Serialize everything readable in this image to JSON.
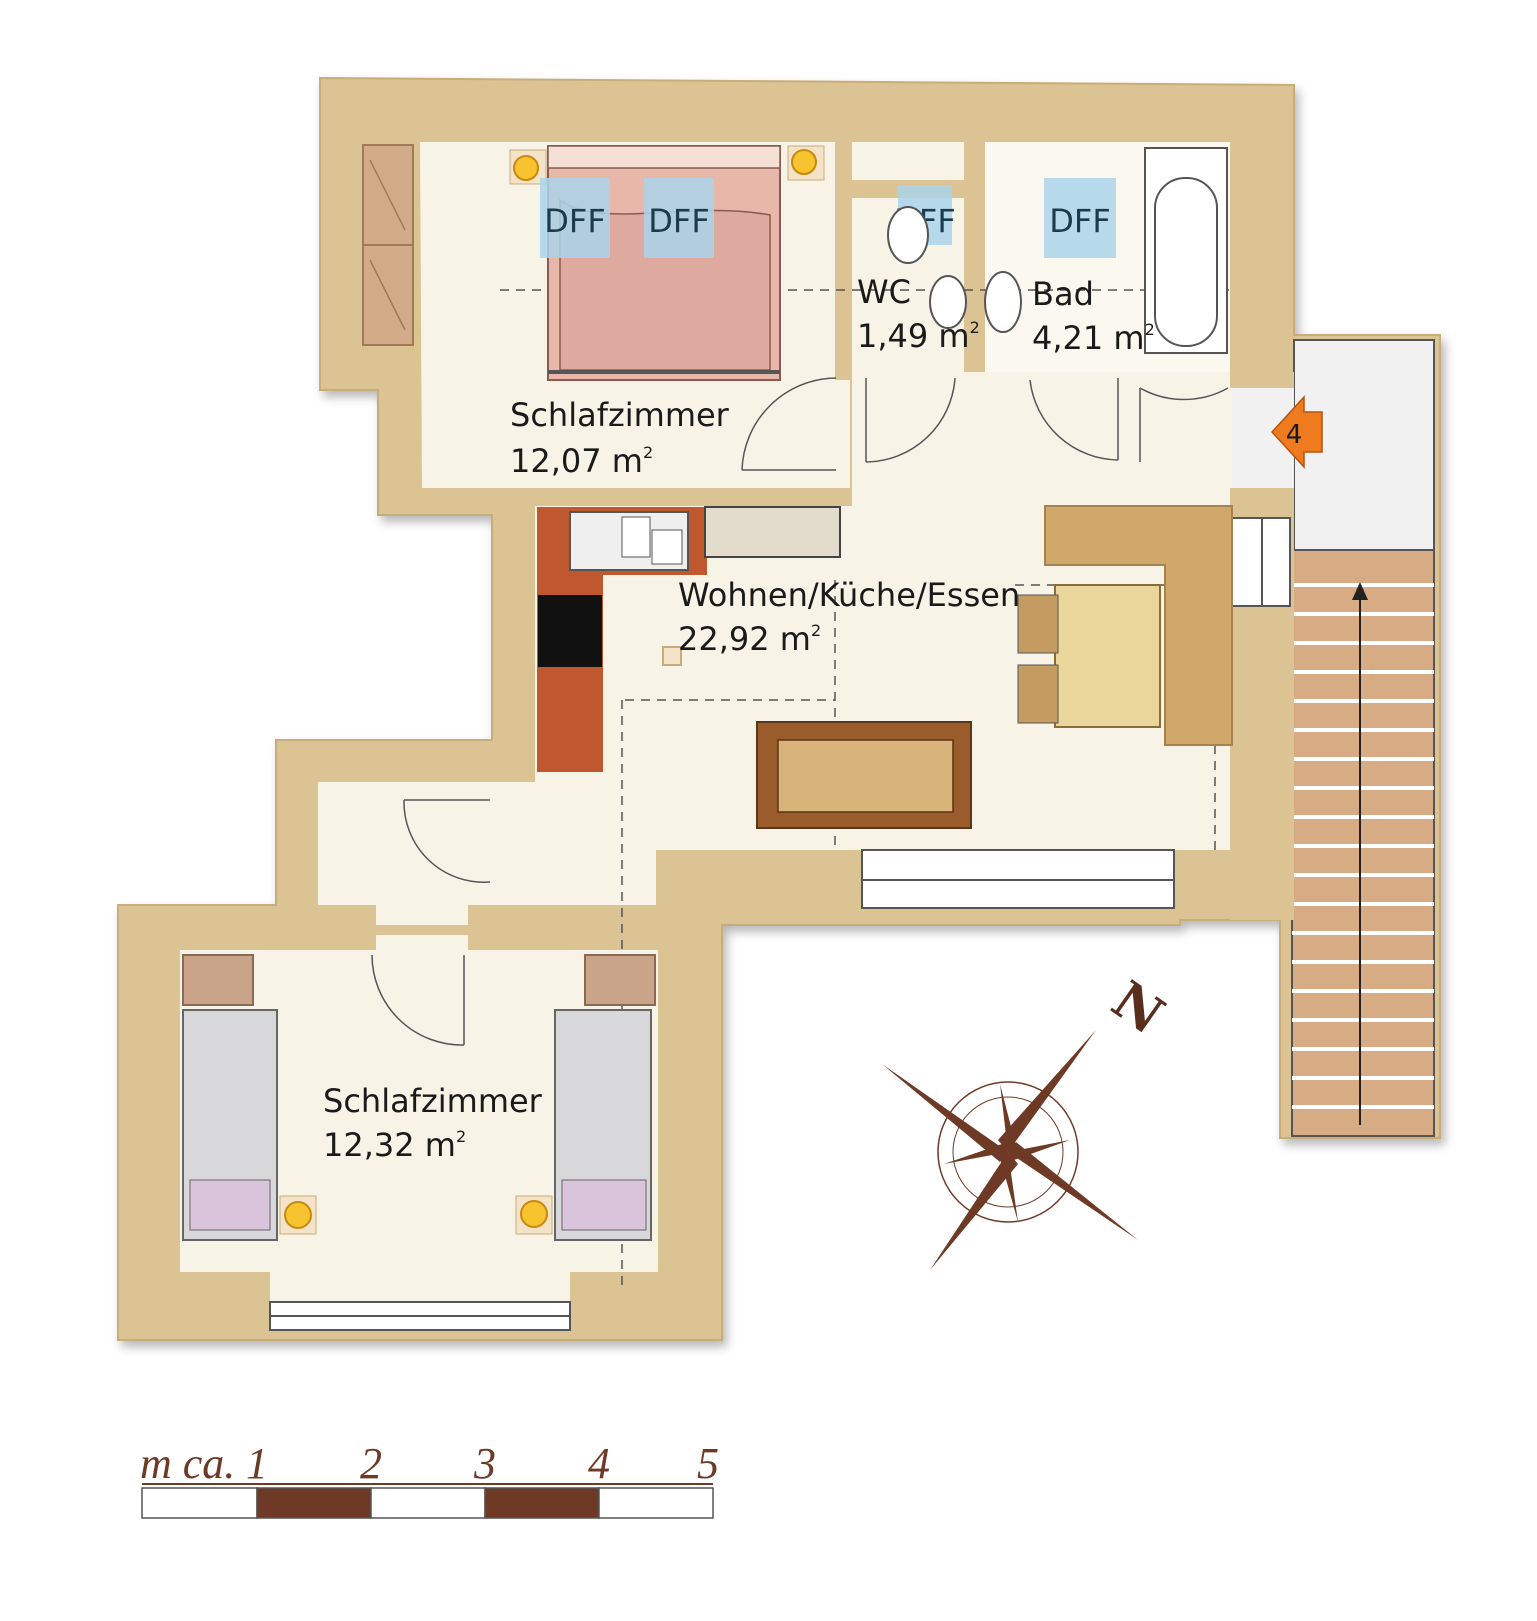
{
  "rooms": {
    "bedroom_top": {
      "name": "Schlafzimmer",
      "area": "12,07 m",
      "sup": "2"
    },
    "wc": {
      "name": "WC",
      "area": "1,49 m",
      "sup": "2"
    },
    "bath": {
      "name": "Bad",
      "area": "4,21 m",
      "sup": "2"
    },
    "living": {
      "name": "Wohnen/Küche/Essen",
      "area": "22,92 m",
      "sup": "2"
    },
    "bedroom_bottom": {
      "name": "Schlafzimmer",
      "area": "12,32 m",
      "sup": "2"
    }
  },
  "skylights": {
    "label": "DFF"
  },
  "entrance": {
    "number": "4",
    "color": "#f07a1e"
  },
  "compass": {
    "north_label": "N",
    "color": "#6e3a26"
  },
  "scale": {
    "prefix": "m ca.",
    "ticks": [
      "1",
      "2",
      "3",
      "4",
      "5"
    ],
    "colors": {
      "dark": "#6e3a26",
      "light": "#ffffff"
    }
  },
  "colors": {
    "wall": "#dcc393",
    "floor": "#f8f3e7",
    "floor_light": "#fbf8f0",
    "stairs": "#d7ab84",
    "kitchen": "#c0582f",
    "bed_pink": "#e7b7aa",
    "skylight": "#a9d4ea"
  }
}
